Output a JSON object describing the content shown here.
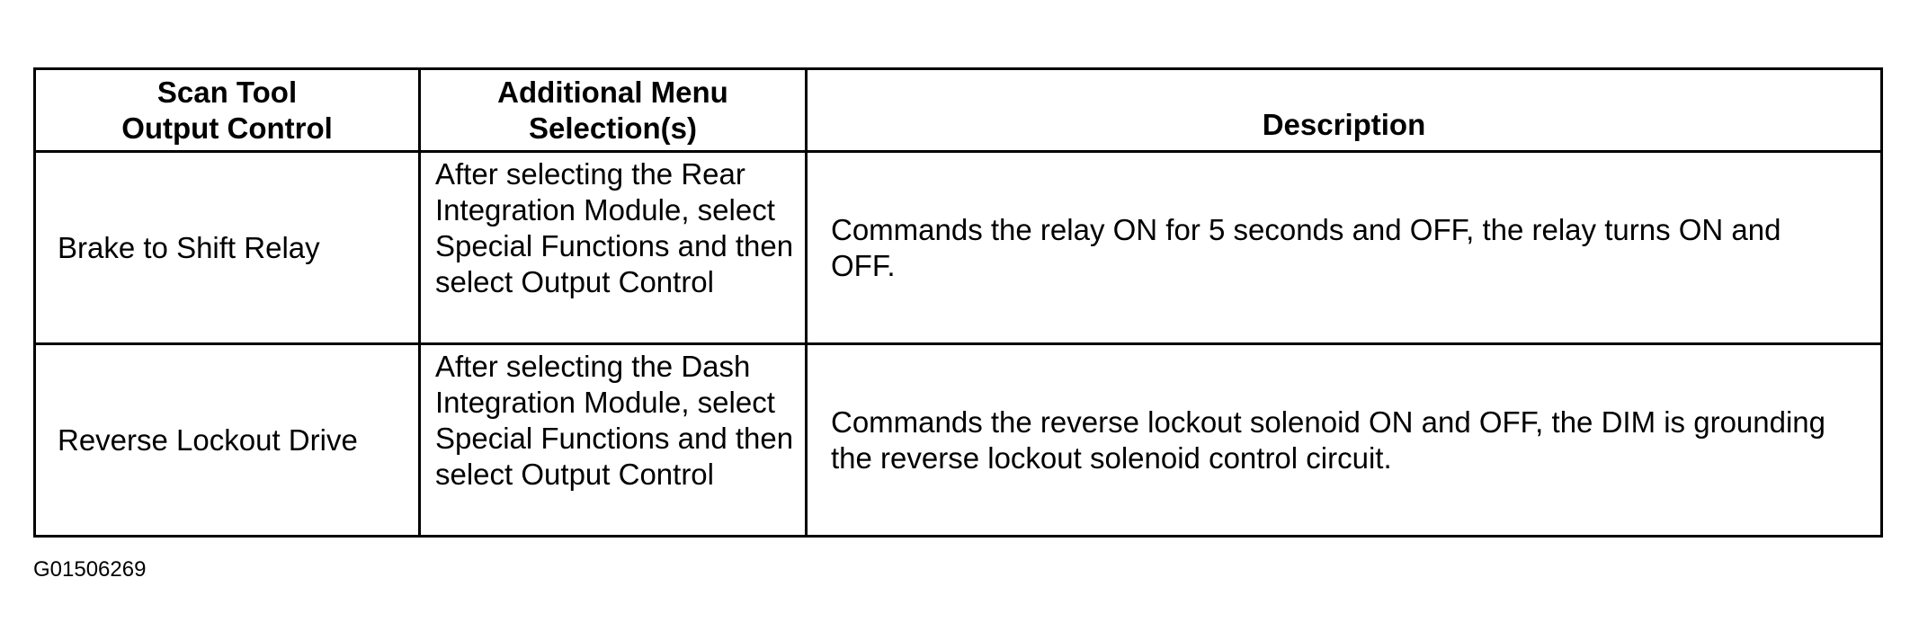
{
  "table": {
    "headers": {
      "scan_tool_line1": "Scan Tool",
      "scan_tool_line2": "Output Control",
      "menu_line1": "Additional Menu",
      "menu_line2": "Selection(s)",
      "description": "Description"
    },
    "rows": [
      {
        "control": "Brake to Shift Relay",
        "menu_selection": "After selecting the Rear Integration Module, select Special Functions and then select Output Control",
        "description": "Commands the relay ON for 5 seconds and OFF, the relay turns ON and OFF."
      },
      {
        "control": "Reverse Lockout Drive",
        "menu_selection": "After selecting the Dash Integration Module, select Special Functions and then select Output Control",
        "description": "Commands the reverse lockout solenoid ON and OFF, the DIM is grounding the reverse lockout solenoid control circuit."
      }
    ]
  },
  "figure_code": "G01506269"
}
